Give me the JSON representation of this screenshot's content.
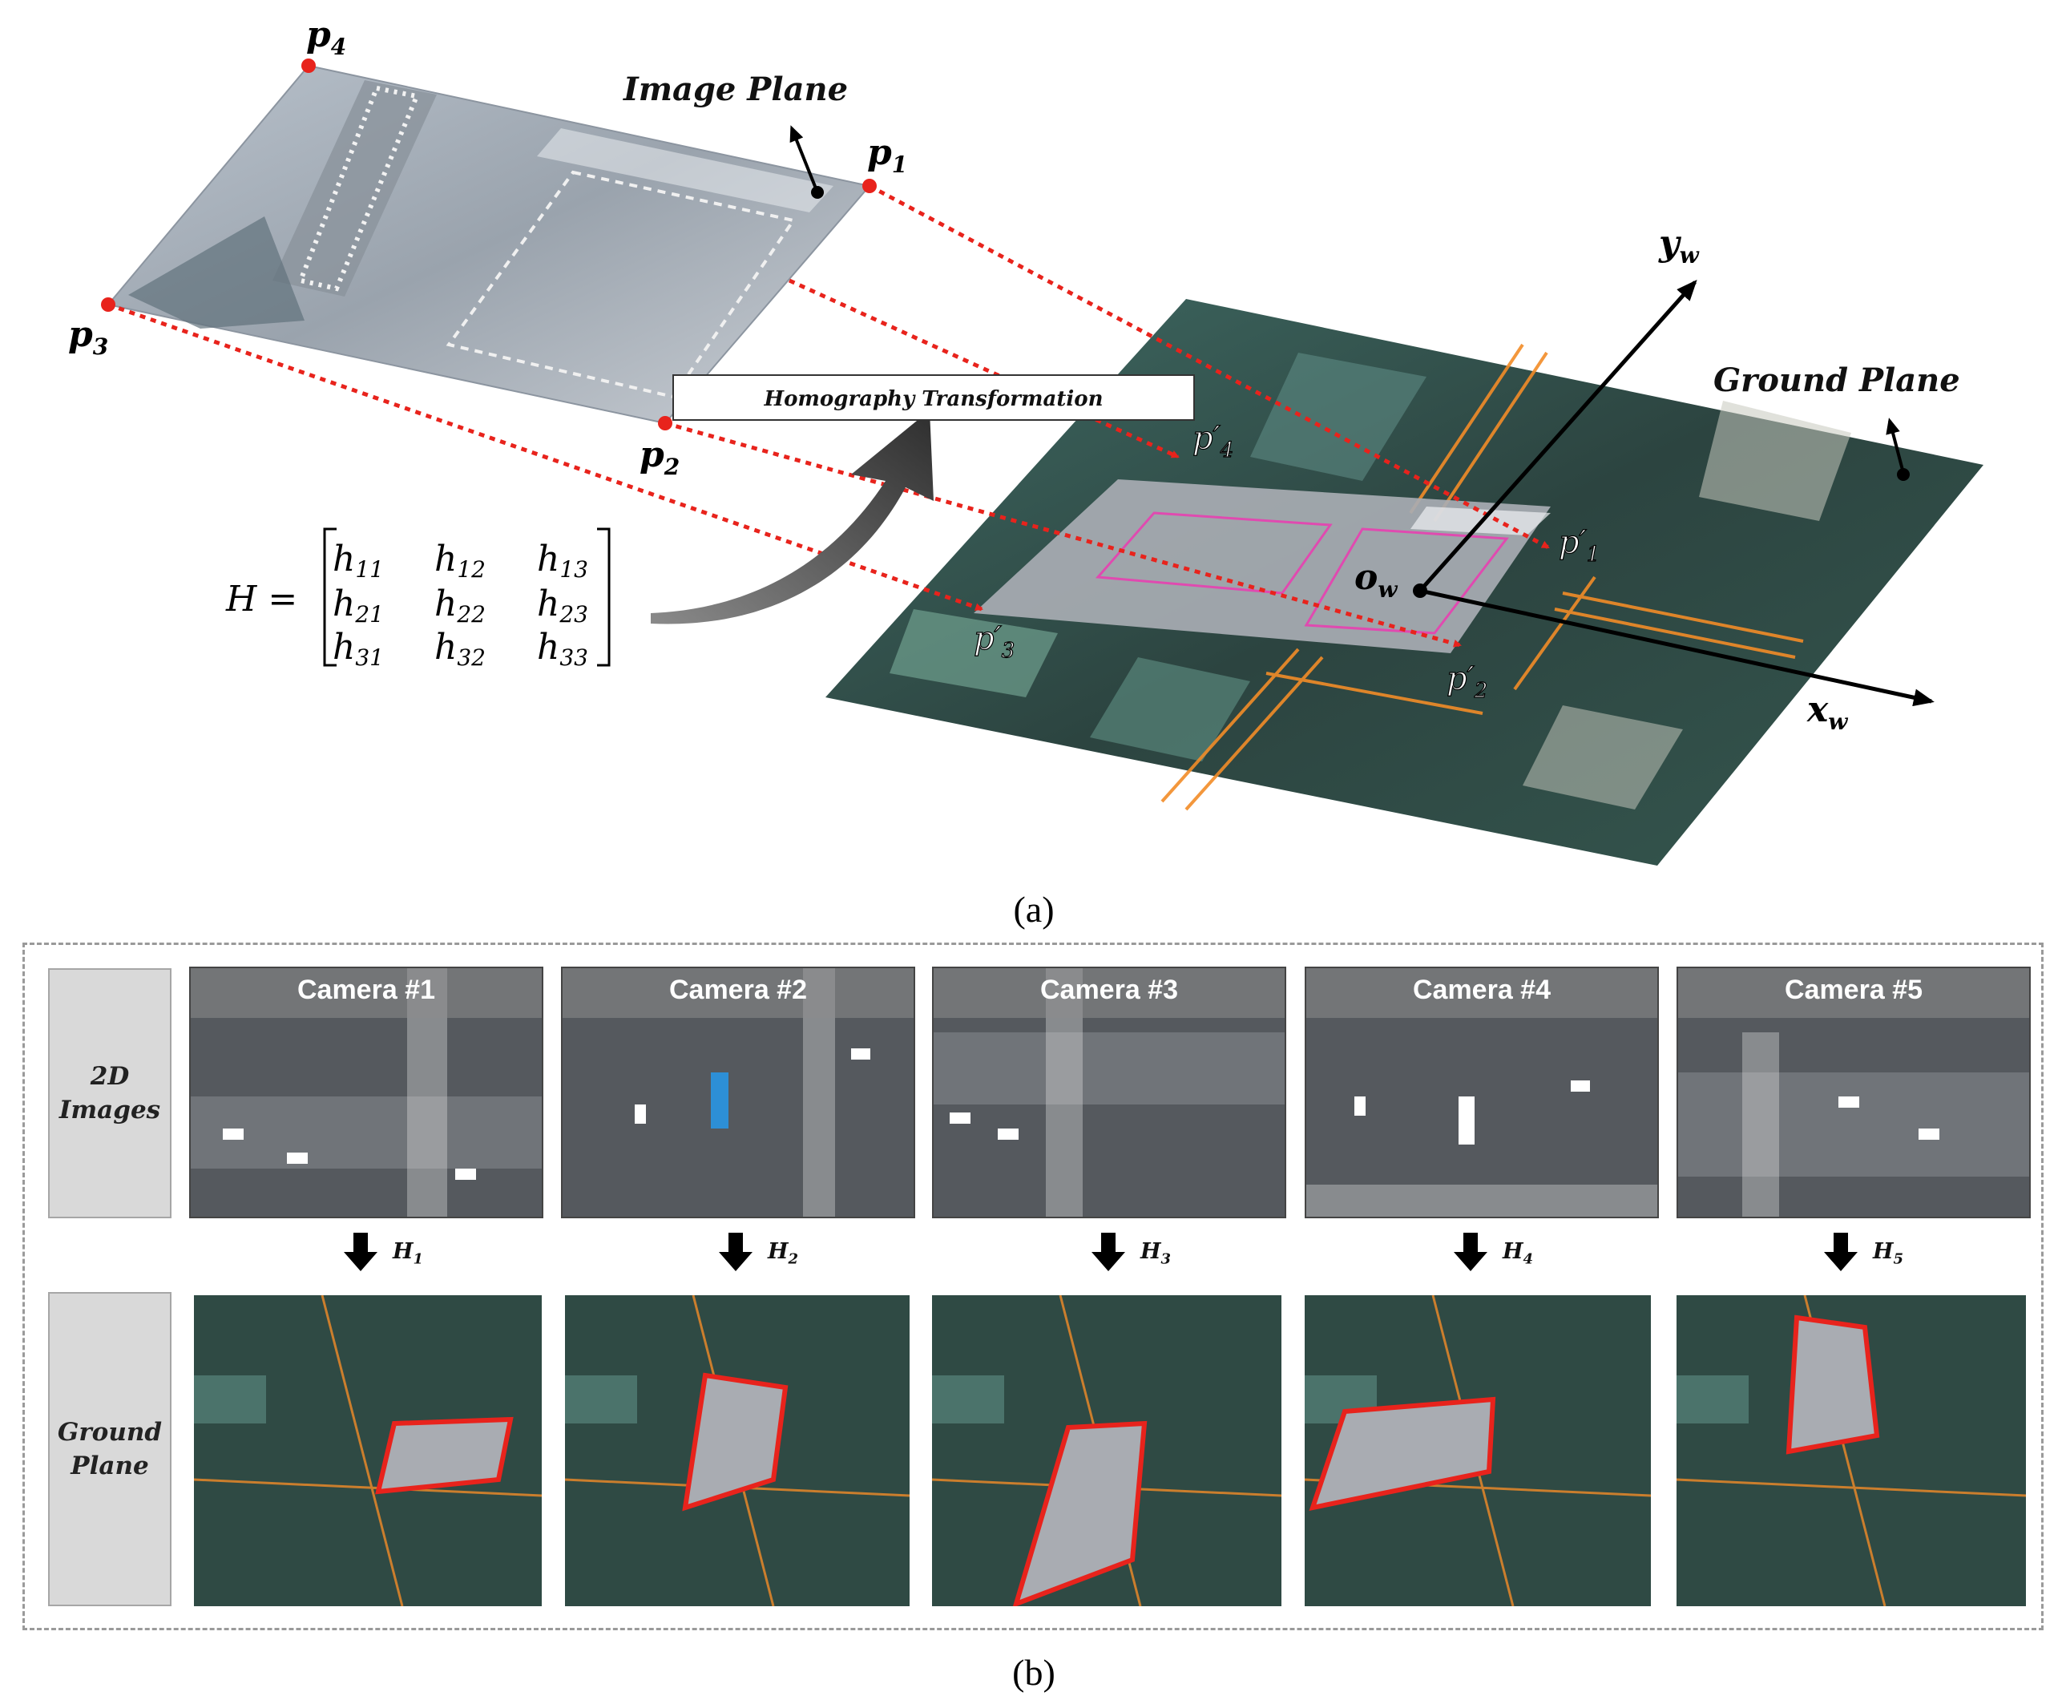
{
  "panel_a": {
    "image_plane_label": "Image Plane",
    "ground_plane_label": "Ground Plane",
    "transform_label": "Homography Transformation",
    "points": {
      "p1": "p",
      "p1_sub": "1",
      "p2": "p",
      "p2_sub": "2",
      "p3": "p",
      "p3_sub": "3",
      "p4": "p",
      "p4_sub": "4"
    },
    "mapped_points": {
      "p1": "p′",
      "p1_sub": "1",
      "p2": "p′",
      "p2_sub": "2",
      "p3": "p′",
      "p3_sub": "3",
      "p4": "p′",
      "p4_sub": "4"
    },
    "axes": {
      "y": "y",
      "y_sub": "w",
      "x": "x",
      "x_sub": "w",
      "origin": "o",
      "origin_sub": "w"
    },
    "matrix": {
      "lhs": "H =",
      "rows": [
        [
          {
            "b": "h",
            "s": "11"
          },
          {
            "b": "h",
            "s": "12"
          },
          {
            "b": "h",
            "s": "13"
          }
        ],
        [
          {
            "b": "h",
            "s": "21"
          },
          {
            "b": "h",
            "s": "22"
          },
          {
            "b": "h",
            "s": "23"
          }
        ],
        [
          {
            "b": "h",
            "s": "31"
          },
          {
            "b": "h",
            "s": "32"
          },
          {
            "b": "h",
            "s": "33"
          }
        ]
      ]
    },
    "caption": "(a)"
  },
  "panel_b": {
    "row1_label_line1": "2D",
    "row1_label_line2": "Images",
    "row2_label_line1": "Ground",
    "row2_label_line2": "Plane",
    "cameras": [
      {
        "title": "Camera #1",
        "h": "H",
        "h_sub": "1"
      },
      {
        "title": "Camera #2",
        "h": "H",
        "h_sub": "2"
      },
      {
        "title": "Camera #3",
        "h": "H",
        "h_sub": "3"
      },
      {
        "title": "Camera #4",
        "h": "H",
        "h_sub": "4"
      },
      {
        "title": "Camera #5",
        "h": "H",
        "h_sub": "5"
      }
    ],
    "caption": "(b)"
  },
  "colors": {
    "accent_red": "#e8231c",
    "orange_lines": "#f28c28",
    "magenta": "#e04ab0"
  }
}
